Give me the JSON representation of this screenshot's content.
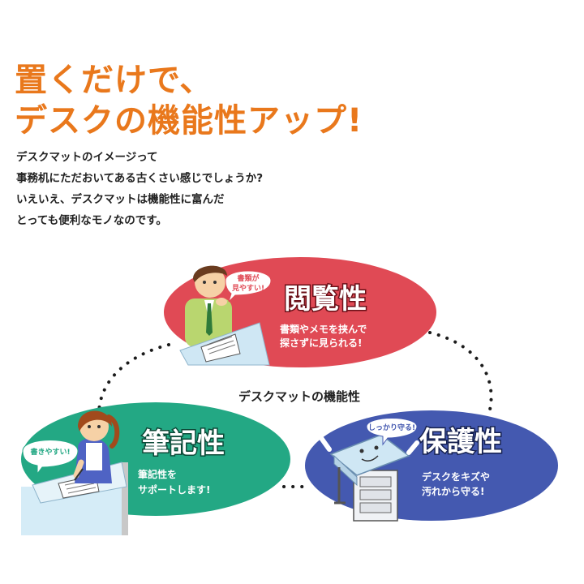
{
  "headline": {
    "line1": "置くだけで、",
    "line2": "デスクの機能性アップ!"
  },
  "intro": {
    "lines": [
      "デスクマットのイメージって",
      "事務机にただおいてある古くさい感じでしょうか?",
      "いえいえ、デスクマットは機能性に富んだ",
      "とっても便利なモノなのです。"
    ]
  },
  "center_label": "デスクマットの機能性",
  "features": {
    "viewing": {
      "title": "閲覧性",
      "desc1": "書類やメモを挟んで",
      "desc2": "探さずに見られる!",
      "bubble1": "書類が",
      "bubble2": "見やすい!",
      "color": "#e04a55"
    },
    "writing": {
      "title": "筆記性",
      "desc1": "筆記性を",
      "desc2": "サポートします!",
      "bubble": "書きやすい!",
      "color": "#23a884"
    },
    "protection": {
      "title": "保護性",
      "desc1": "デスクをキズや",
      "desc2": "汚れから守る!",
      "bubble": "しっかり守る!",
      "color": "#4459b0"
    }
  }
}
